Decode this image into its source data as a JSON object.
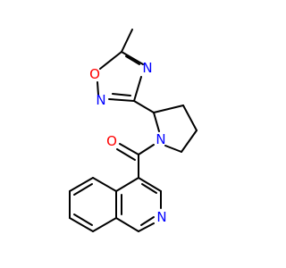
{
  "molecule": {
    "atoms": [
      {
        "id": "O_carbonyl",
        "label": "O",
        "color": "#ff0000"
      },
      {
        "id": "N_pyrrolidine",
        "label": "N",
        "color": "#0000ff"
      },
      {
        "id": "O_oxadiazole",
        "label": "O",
        "color": "#ff0000"
      },
      {
        "id": "N_oxadiazole_2",
        "label": "N",
        "color": "#0000ff"
      },
      {
        "id": "N_oxadiazole_4",
        "label": "N",
        "color": "#0000ff"
      },
      {
        "id": "N_isoquinoline",
        "label": "N",
        "color": "#0000ff"
      }
    ],
    "bond_color": "#000000"
  }
}
